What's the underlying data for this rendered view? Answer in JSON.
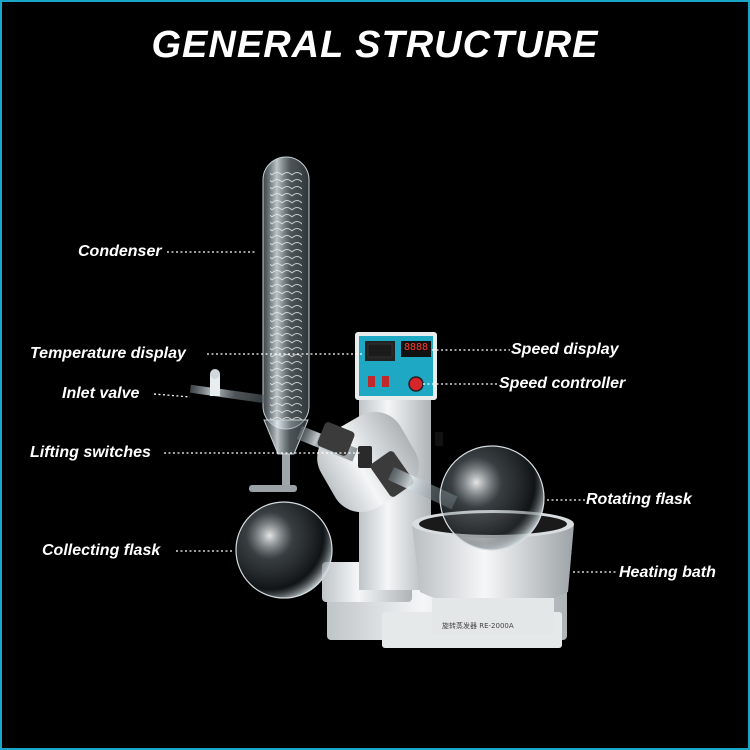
{
  "title": "GENERAL STRUCTURE",
  "labels": {
    "condenser": "Condenser",
    "temperature_display": "Temperature display",
    "inlet_valve": "Inlet valve",
    "lifting_switches": "Lifting switches",
    "collecting_flask": "Collecting flask",
    "speed_display": "Speed display",
    "speed_controller": "Speed controller",
    "rotating_flask": "Rotating flask",
    "heating_bath": "Heating bath"
  },
  "device": {
    "speed_readout": "8888",
    "model_tag": "旋转蒸发器 RE-2000A"
  },
  "colors": {
    "frame": "#1aa6c9",
    "panel": "#1ea8c4",
    "knob": "#d6262b"
  }
}
